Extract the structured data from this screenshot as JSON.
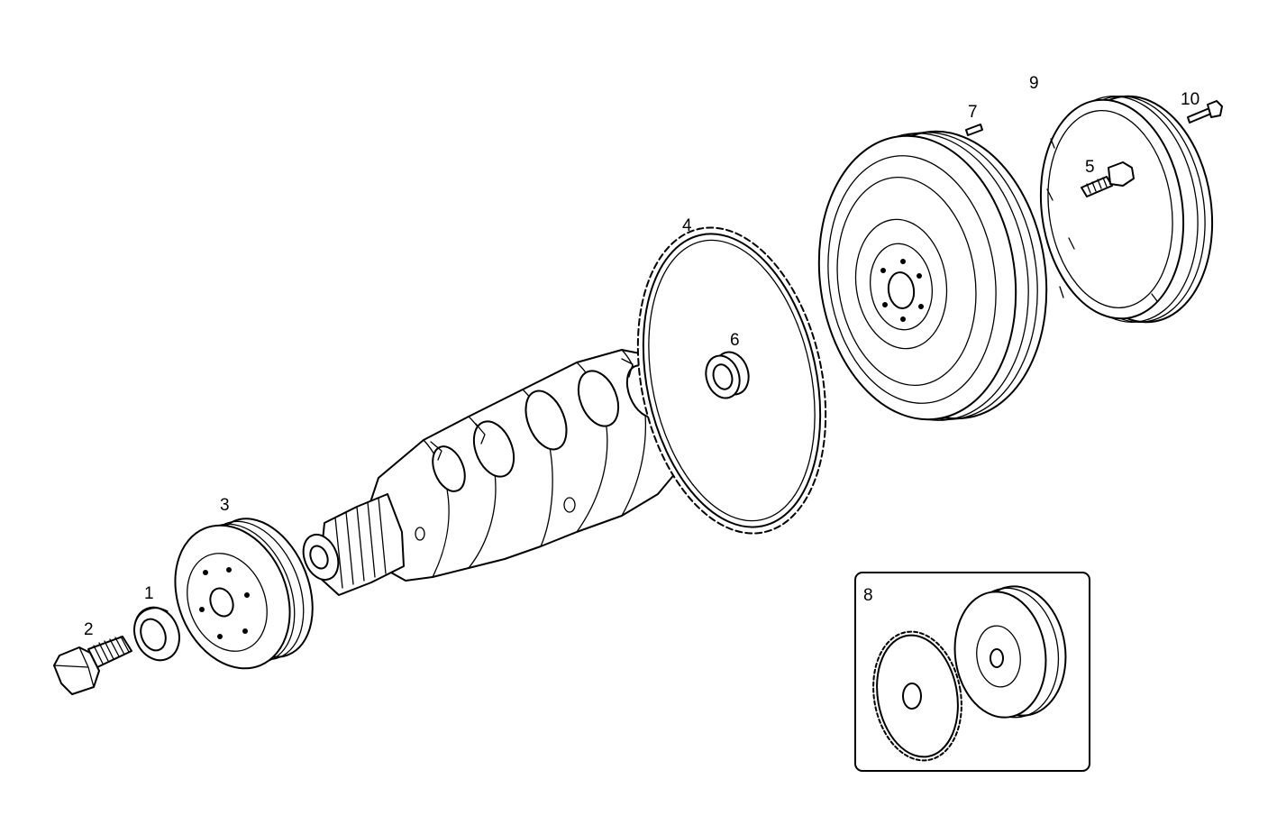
{
  "callouts": {
    "p1": "1",
    "p2": "2",
    "p3": "3",
    "p4": "4",
    "p5": "5",
    "p6": "6",
    "p7": "7",
    "p8": "8",
    "p9": "9",
    "p10": "10"
  },
  "colors": {
    "line": "#000000",
    "background": "#ffffff"
  }
}
